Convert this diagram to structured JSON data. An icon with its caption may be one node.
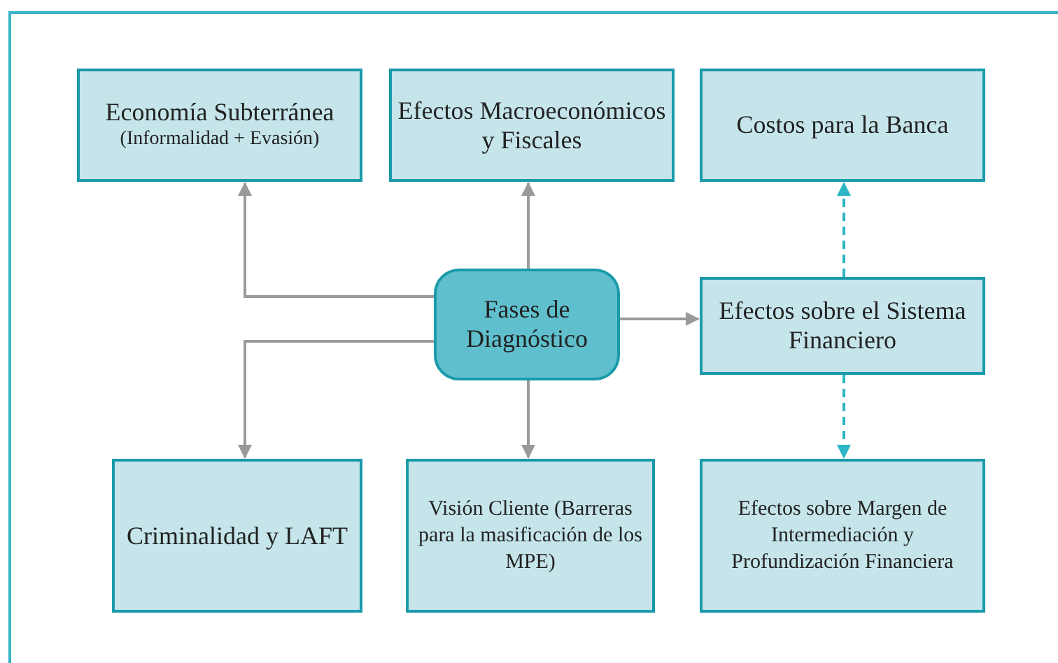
{
  "diagram": {
    "nodes": [
      {
        "text": [
          "Economía Subterránea",
          "(Informalidad + Evasión)"
        ]
      },
      {
        "text": [
          "Efectos Macroeconómicos y Fiscales"
        ]
      },
      {
        "text": [
          "Costos para la Banca"
        ]
      },
      {
        "text": [
          "Fases de Diagnóstico"
        ]
      },
      {
        "text": [
          "Efectos sobre el Sistema Financiero"
        ]
      },
      {
        "text": [
          "Criminalidad y LAFT"
        ]
      },
      {
        "text": [
          "Visión Cliente (Barreras para la masificación de los MPE)"
        ]
      },
      {
        "text": [
          "Efectos sobre Margen de Intermediación y Profundización Financiera"
        ]
      }
    ],
    "edges": [
      {
        "from": 3,
        "to": 0,
        "arrow": "to"
      },
      {
        "from": 3,
        "to": 1,
        "arrow": "to"
      },
      {
        "from": 3,
        "to": 4,
        "arrow": "to"
      },
      {
        "from": 3,
        "to": 5,
        "arrow": "to"
      },
      {
        "from": 3,
        "to": 6,
        "arrow": "to"
      },
      {
        "from": 4,
        "to": 2,
        "arrow": "to",
        "style": "dashed",
        "color": "#2bb5c5"
      },
      {
        "from": 4,
        "to": 7,
        "arrow": "to",
        "style": "dashed",
        "color": "#2bb5c5"
      }
    ]
  }
}
